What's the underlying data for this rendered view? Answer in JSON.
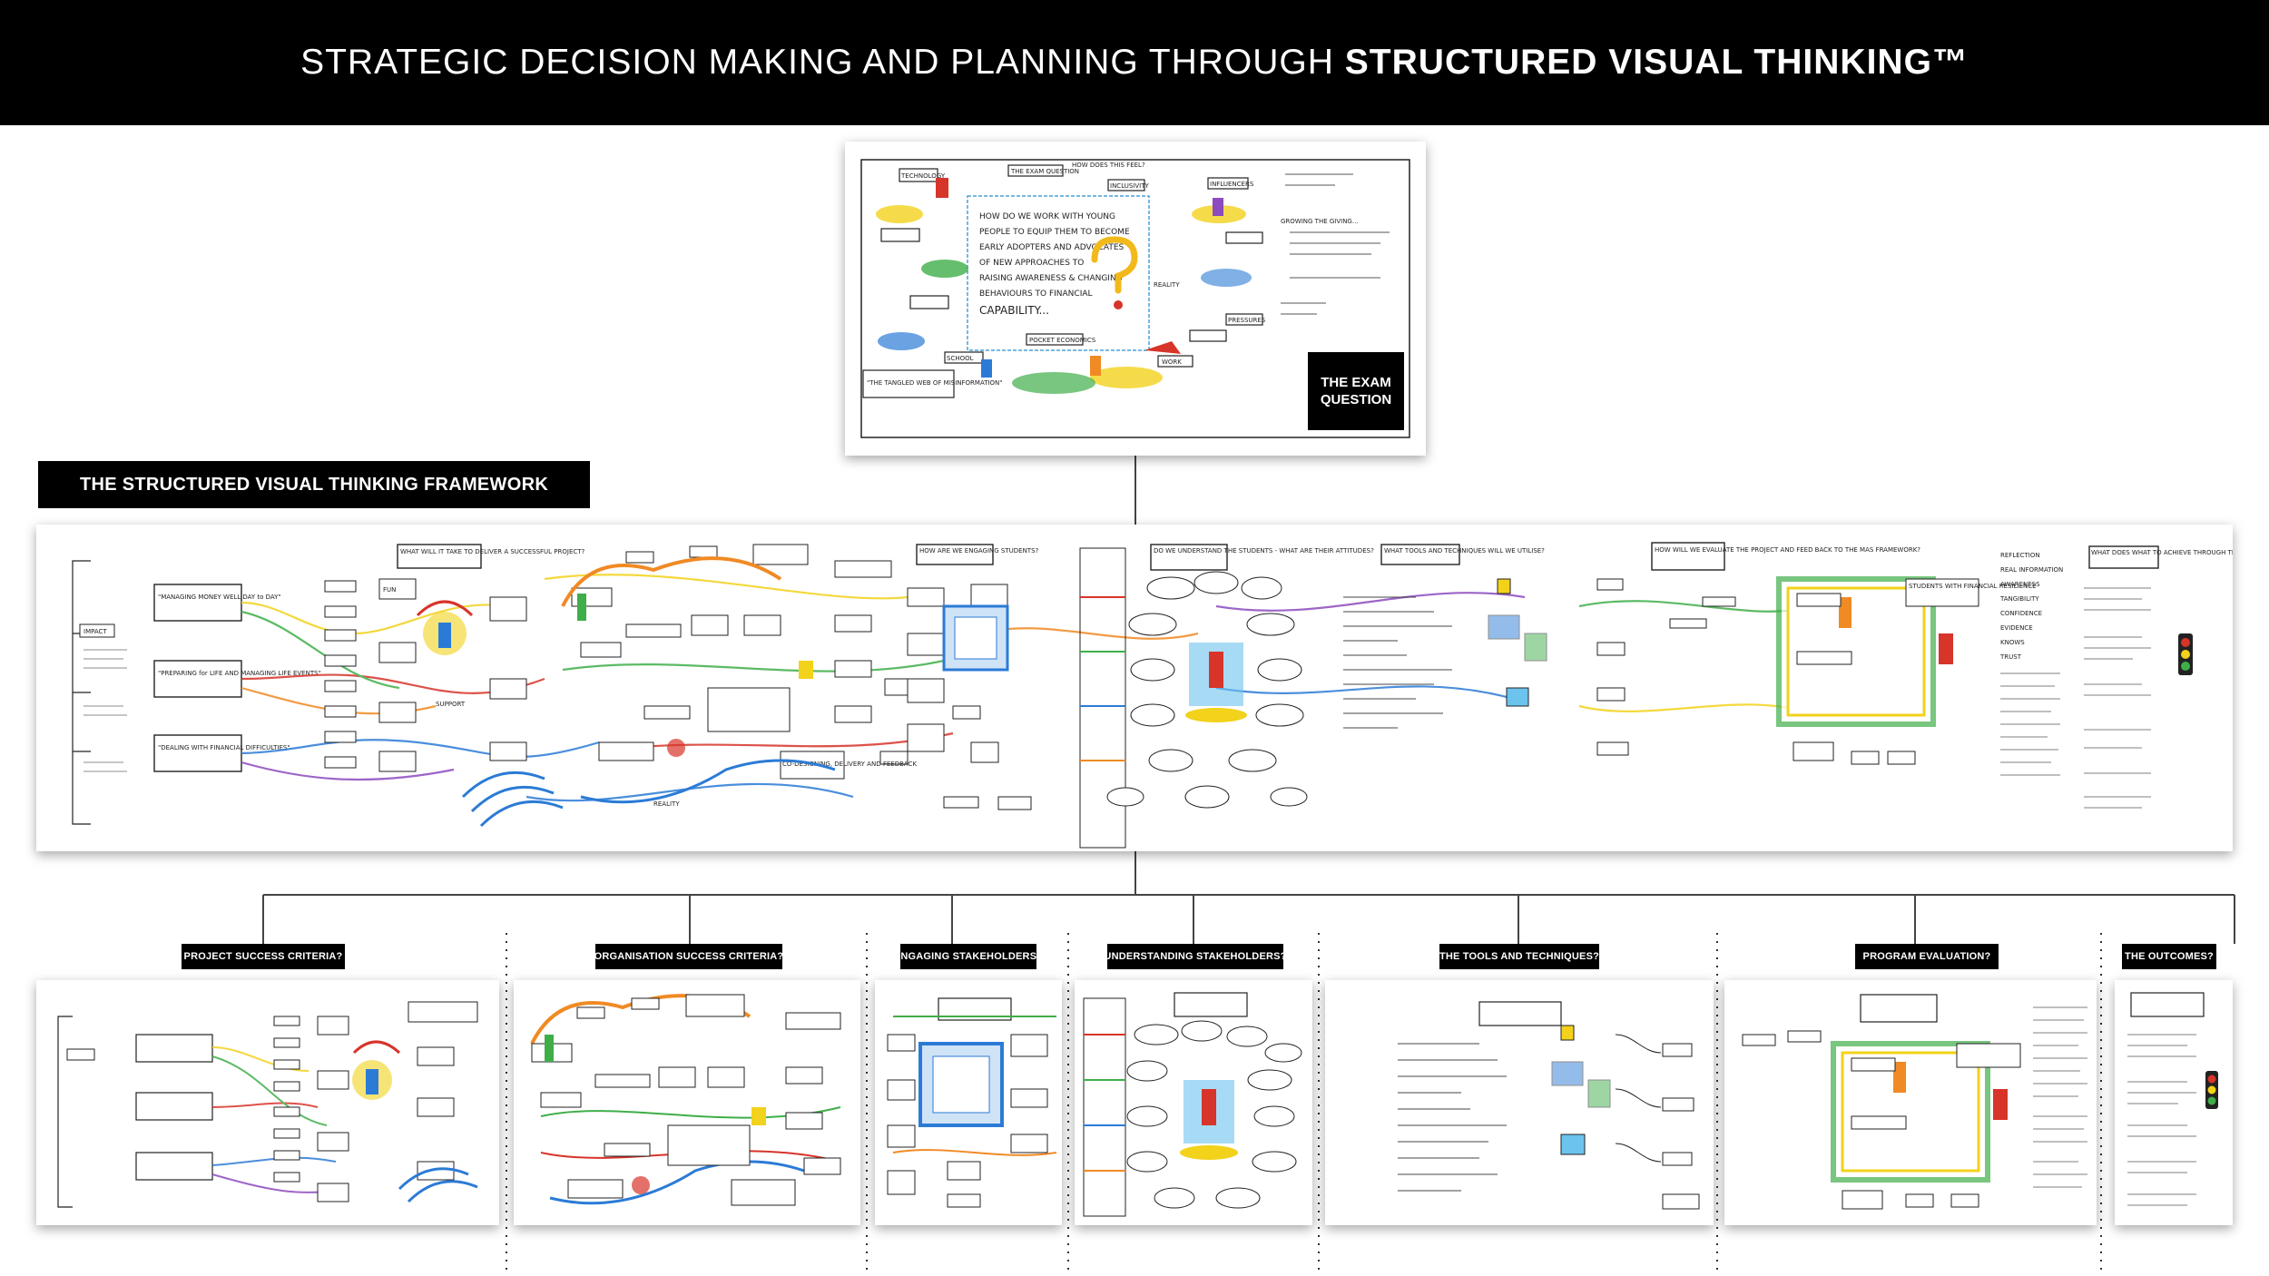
{
  "header": {
    "title_regular": "STRATEGIC DECISION MAKING AND PLANNING THROUGH ",
    "title_bold": "STRUCTURED VISUAL THINKING™"
  },
  "exam": {
    "tag_line1": "THE EXAM",
    "tag_line2": "QUESTION",
    "question_lines": [
      "HOW DO WE WORK WITH YOUNG",
      "PEOPLE TO EQUIP THEM TO BECOME",
      "EARLY ADOPTERS AND ADVOCATES",
      "OF NEW APPROACHES TO",
      "RAISING AWARENESS & CHANGING",
      "BEHAVIOURS TO FINANCIAL",
      "CAPABILITY..."
    ],
    "labels": [
      "THE EXAM QUESTION",
      "INFLUENCERS",
      "INCLUSIVITY",
      "TECHNOLOGY",
      "SCHOOL",
      "REALITY",
      "WORK",
      "\"THE TANGLED WEB OF MISINFORMATION\"",
      "POCKET ECONOMICS",
      "PRESSURES",
      "HOW DOES THIS FEEL?",
      "GROWING THE GIVING..."
    ]
  },
  "framework": {
    "label": "THE STRUCTURED VISUAL THINKING FRAMEWORK",
    "impact": "IMPACT",
    "themes": [
      "\"MANAGING MONEY WELL DAY to DAY\"",
      "\"PREPARING for LIFE AND MANAGING LIFE EVENTS\"",
      "\"DEALING WITH FINANCIAL DIFFICULTIES\""
    ],
    "success_question": "WHAT WILL IT TAKE TO DELIVER A SUCCESSFUL PROJECT?",
    "support": "SUPPORT",
    "reality": "REALITY",
    "fun": "FUN",
    "engage_question": "HOW ARE WE ENGAGING STUDENTS?",
    "understand_question": "DO WE UNDERSTAND THE STUDENTS - WHAT ARE THEIR ATTITUDES?",
    "tools_question": "WHAT TOOLS AND TECHNIQUES WILL WE UTILISE?",
    "evaluate_question": "HOW WILL WE EVALUATE THE PROJECT AND FEED BACK TO THE MAS FRAMEWORK?",
    "outcome_question": "WHAT DOES WHAT TO ACHIEVE THROUGH THIS PROJECT?",
    "resilience": "STUDENTS WITH FINANCIAL RESILIENCE",
    "feedback": "CO-DESIGNING, DELIVERY AND FEEDBACK",
    "outcomes": [
      "REFLECTION",
      "REAL INFORMATION",
      "AWARENESS",
      "TANGIBILITY",
      "CONFIDENCE",
      "EVIDENCE",
      "KNOWS",
      "TRUST"
    ]
  },
  "sections": [
    {
      "label": "PROJECT SUCCESS CRITERIA?"
    },
    {
      "label": "ORGANISATION SUCCESS CRITERIA?"
    },
    {
      "label": "ENGAGING STAKEHOLDERS?"
    },
    {
      "label": "UNDERSTANDING STAKEHOLDERS?"
    },
    {
      "label": "THE TOOLS AND TECHNIQUES?"
    },
    {
      "label": "PROGRAM EVALUATION?"
    },
    {
      "label": "THE OUTCOMES?"
    }
  ],
  "colors": {
    "header_bg": "#000000",
    "label_bg": "#000000",
    "accent_yellow": "#f2d21b",
    "accent_red": "#d7342a",
    "accent_blue": "#2b7bd6",
    "accent_green": "#3fae49",
    "accent_orange": "#f08a24",
    "accent_purple": "#8c4bbf"
  }
}
